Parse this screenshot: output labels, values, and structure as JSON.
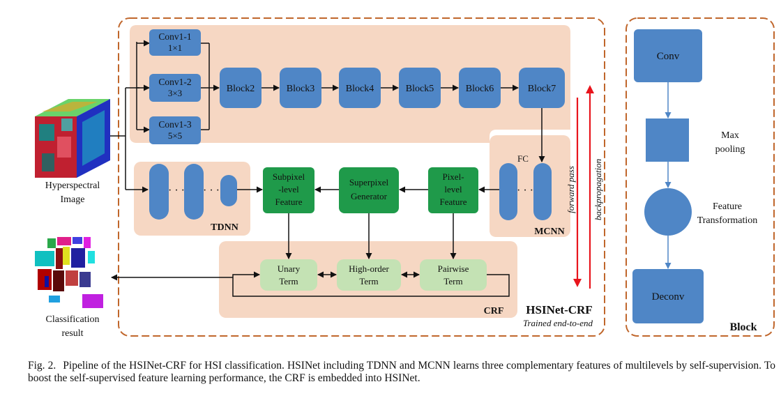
{
  "hyperspectral_label": [
    "Hyperspectral",
    "Image"
  ],
  "classification_label": [
    "Classification",
    "result"
  ],
  "convs": [
    {
      "name": "Conv1-1",
      "kernel": "1×1"
    },
    {
      "name": "Conv1-2",
      "kernel": "3×3"
    },
    {
      "name": "Conv1-3",
      "kernel": "5×5"
    }
  ],
  "blocks": [
    "Block2",
    "Block3",
    "Block4",
    "Block5",
    "Block6",
    "Block7"
  ],
  "fc_label": "FC",
  "tdnn_label": "TDNN",
  "mcnn_label": "MCNN",
  "crf_label": "CRF",
  "features": {
    "subpixel": [
      "Subpixel",
      "-level",
      "Feature"
    ],
    "superpixel": [
      "Superpixel",
      "Generator"
    ],
    "pixel": [
      "Pixel-",
      "level",
      "Feature"
    ]
  },
  "terms": {
    "unary": [
      "Unary",
      "Term"
    ],
    "high_order": [
      "High-order",
      "Term"
    ],
    "pairwise": [
      "Pairwise",
      "Term"
    ]
  },
  "forward_pass": "forward pass",
  "backpropagation": "backpropagation",
  "hsinet_title": "HSINet-CRF",
  "hsinet_subtitle": "Trained end-to-end",
  "block_panel": {
    "conv": "Conv",
    "max_pooling": [
      "Max",
      "pooling"
    ],
    "feature_transformation": [
      "Feature",
      "Transformation"
    ],
    "deconv": "Deconv",
    "title": "Block"
  },
  "caption": {
    "label": "Fig. 2.",
    "text": "Pipeline of the HSINet-CRF for HSI classification. HSINet including TDNN and MCNN learns three complementary features of multilevels by self-supervision. To boost the self-supervised feature learning performance, the CRF is embedded into HSINet."
  },
  "colors": {
    "peach": "#f6d7c3",
    "blue": "#4f86c6",
    "green": "#1f9a4a",
    "light_green": "#c4e2b4",
    "dashed_border": "#c0662b",
    "red": "#e8141c"
  }
}
